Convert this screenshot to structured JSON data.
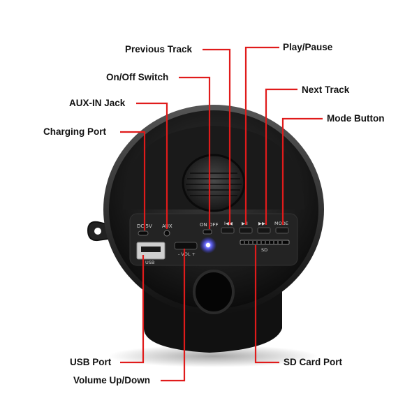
{
  "colors": {
    "leader": "#e01b1b",
    "body": "#1b1b1b",
    "panel": "#262626",
    "led": "#3a3cff",
    "label": "#111111"
  },
  "callouts": {
    "previous_track": "Previous Track",
    "on_off_switch": "On/Off Switch",
    "aux_in_jack": "AUX-IN Jack",
    "charging_port": "Charging Port",
    "play_pause": "Play/Pause",
    "next_track": "Next Track",
    "mode_button": "Mode Button",
    "usb_port": "USB Port",
    "volume_up_down": "Volume Up/Down",
    "sd_card_port": "SD Card Port"
  },
  "panel_markings": {
    "dc_5v": "DC 5V",
    "aux": "AUX",
    "on_off": "ON  OFF",
    "prev": "I◀◀",
    "play": "▶II",
    "next": "▶▶I",
    "mode": "MODE",
    "usb": "USB",
    "vol": "- VOL +",
    "sd": "SD"
  }
}
